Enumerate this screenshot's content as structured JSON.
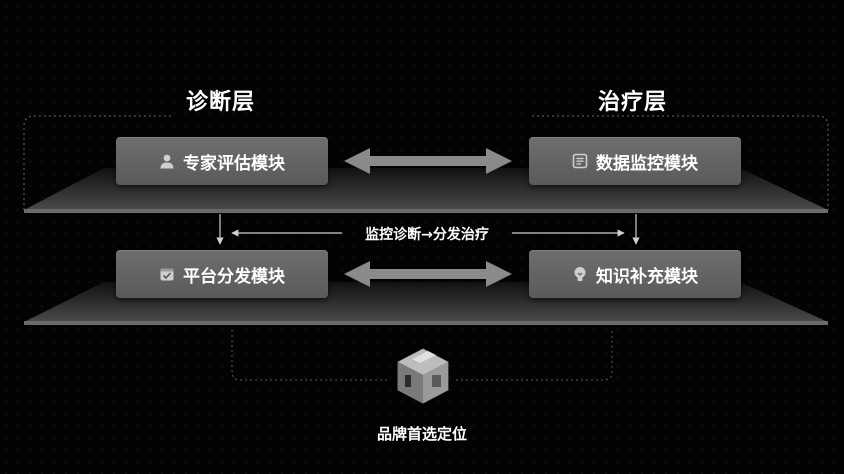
{
  "layers": {
    "diagnosis_title": "诊断层",
    "treatment_title": "治疗层"
  },
  "modules": {
    "expert_eval": "专家评估模块",
    "data_monitor": "数据监控模块",
    "platform_dispatch": "平台分发模块",
    "knowledge_supplement": "知识补充模块"
  },
  "flow": {
    "middle_label": "监控诊断→分发治疗"
  },
  "brand": {
    "label": "品牌首选定位"
  },
  "icons": {
    "expert_eval": "user-icon",
    "data_monitor": "document-icon",
    "platform_dispatch": "checkbox-icon",
    "knowledge_supplement": "lightbulb-icon",
    "brand": "cube-building-icon"
  }
}
